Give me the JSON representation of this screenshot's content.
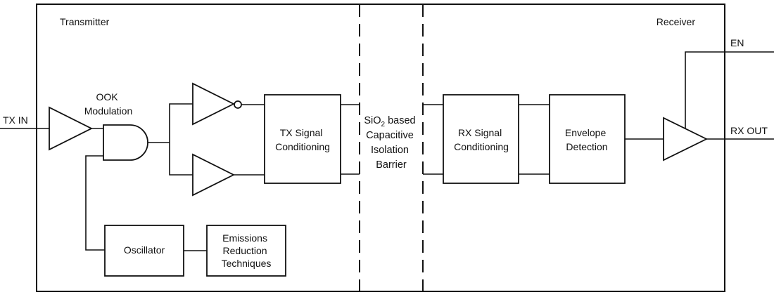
{
  "sections": {
    "transmitter": "Transmitter",
    "receiver": "Receiver"
  },
  "pins": {
    "tx_in": "TX IN",
    "rx_out": "RX OUT",
    "en": "EN"
  },
  "modulation": [
    "OOK",
    "Modulation"
  ],
  "blocks": {
    "tx_signal_conditioning": [
      "TX Signal",
      "Conditioning"
    ],
    "oscillator": [
      "Oscillator"
    ],
    "emissions_reduction": [
      "Emissions",
      "Reduction",
      "Techniques"
    ],
    "rx_signal_conditioning": [
      "RX Signal",
      "Conditioning"
    ],
    "envelope_detection": [
      "Envelope",
      "Detection"
    ]
  },
  "barrier": {
    "line1_prefix": "SiO",
    "line1_sub": "2",
    "line1_suffix": " based",
    "line2": "Capacitive",
    "line3": "Isolation",
    "line4": "Barrier"
  }
}
